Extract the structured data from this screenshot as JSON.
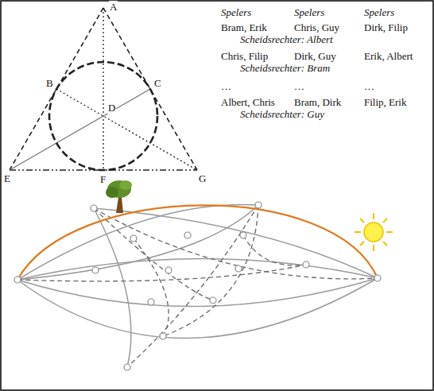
{
  "diagram": {
    "labels": [
      "A",
      "B",
      "C",
      "D",
      "E",
      "F",
      "G",
      "Spelers",
      "Spelers",
      "Spelers",
      "Bram, Erik",
      "Chris, Guy",
      "Dirk, Filip",
      "Scheidsrechter: Albert",
      "Chris, Filip",
      "Dirk, Guy",
      "Erik, Albert",
      "Scheidsrechter: Bram",
      "…",
      "…",
      "…",
      "Albert, Chris",
      "Bram, Dirk",
      "Filip, Erik",
      "Scheidsrechter: Guy"
    ]
  }
}
